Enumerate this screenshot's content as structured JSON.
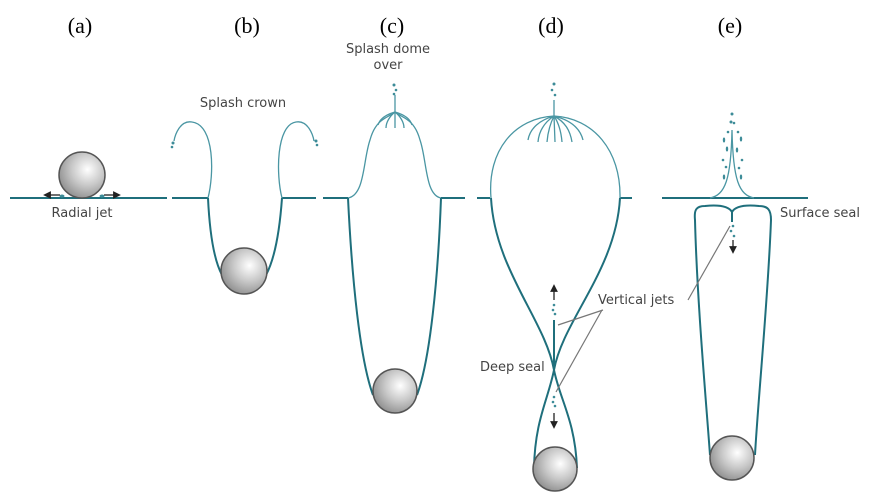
{
  "panels": [
    {
      "id": "a",
      "label": "(a)",
      "annotations": [
        "Radial jet"
      ]
    },
    {
      "id": "b",
      "label": "(b)",
      "annotations": [
        "Splash crown"
      ]
    },
    {
      "id": "c",
      "label": "(c)",
      "annotations": [
        "Splash dome",
        "over"
      ]
    },
    {
      "id": "d",
      "label": "(d)",
      "annotations": [
        "Deep seal",
        "Vertical jets"
      ]
    },
    {
      "id": "e",
      "label": "(e)",
      "annotations": [
        "Surface seal"
      ]
    }
  ],
  "colors": {
    "water": "#1f6f7c",
    "splash": "#4a96a3",
    "ball": "#b0b0b0",
    "leader": "#777777"
  }
}
